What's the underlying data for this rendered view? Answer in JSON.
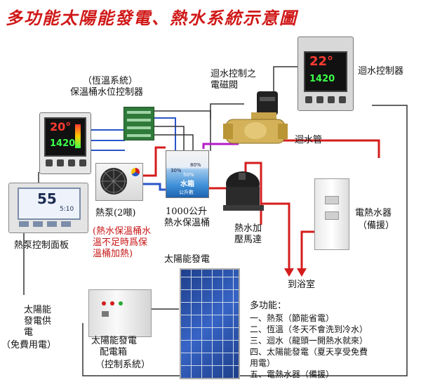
{
  "title": "多功能太陽能發電、熱水系統示意圖",
  "labels": {
    "constant_temp_1": "（恆溫系統）",
    "constant_temp_2": "保溫桶水位控制器",
    "return_valve_1": "迴水控制之",
    "return_valve_2": "電磁閥",
    "return_controller": "迴水控制器",
    "return_pipe": "迴水管",
    "heat_pump": "熱泵(2噸)",
    "tank_1": "1000公升",
    "tank_2": "熱水保溫桶",
    "pump_1": "熱水加",
    "pump_2": "壓馬達",
    "heater_1": "電熱水器",
    "heater_2": "（備援）",
    "heat_pump_panel": "熱泵控制面板",
    "note_1": "(熱水保溫桶水",
    "note_2": "溫不足時爲保",
    "note_3": "溫桶加熱)",
    "to_bath": "到浴室",
    "solar_gen": "太陽能發電",
    "solar_supply_1": "太陽能",
    "solar_supply_2": "發電供",
    "solar_supply_3": "電",
    "solar_supply_4": "（免費用電）",
    "cabinet_1": "太陽能發電",
    "cabinet_2": "配電箱",
    "cabinet_3": "（控制系統）"
  },
  "features": {
    "heading": "多功能：",
    "items": [
      "一、熱泵（節能省電）",
      "二、恆溫（冬天不會洗到冷水）",
      "三、迴水（龍頭一開熱水就來）",
      "四、太陽能發電（夏天享受免費",
      "用電）",
      "五、電熱水器（備援）"
    ]
  },
  "device_readouts": {
    "left_ctrl_top": "20°",
    "left_ctrl_bottom": "1420",
    "right_ctrl_top": "22°",
    "right_ctrl_bottom": "1420",
    "panel_value": "55",
    "panel_small": "5:10",
    "tank_text": "水箱",
    "tank_sub": "公升數",
    "tank_levels": [
      "80%",
      "50%",
      "30%"
    ]
  },
  "colors": {
    "title": "#d01818",
    "pipe_red": "#d41c1c",
    "pipe_blue": "#2a55c8",
    "pipe_purple": "#b51cc8",
    "wire": "#333333"
  }
}
